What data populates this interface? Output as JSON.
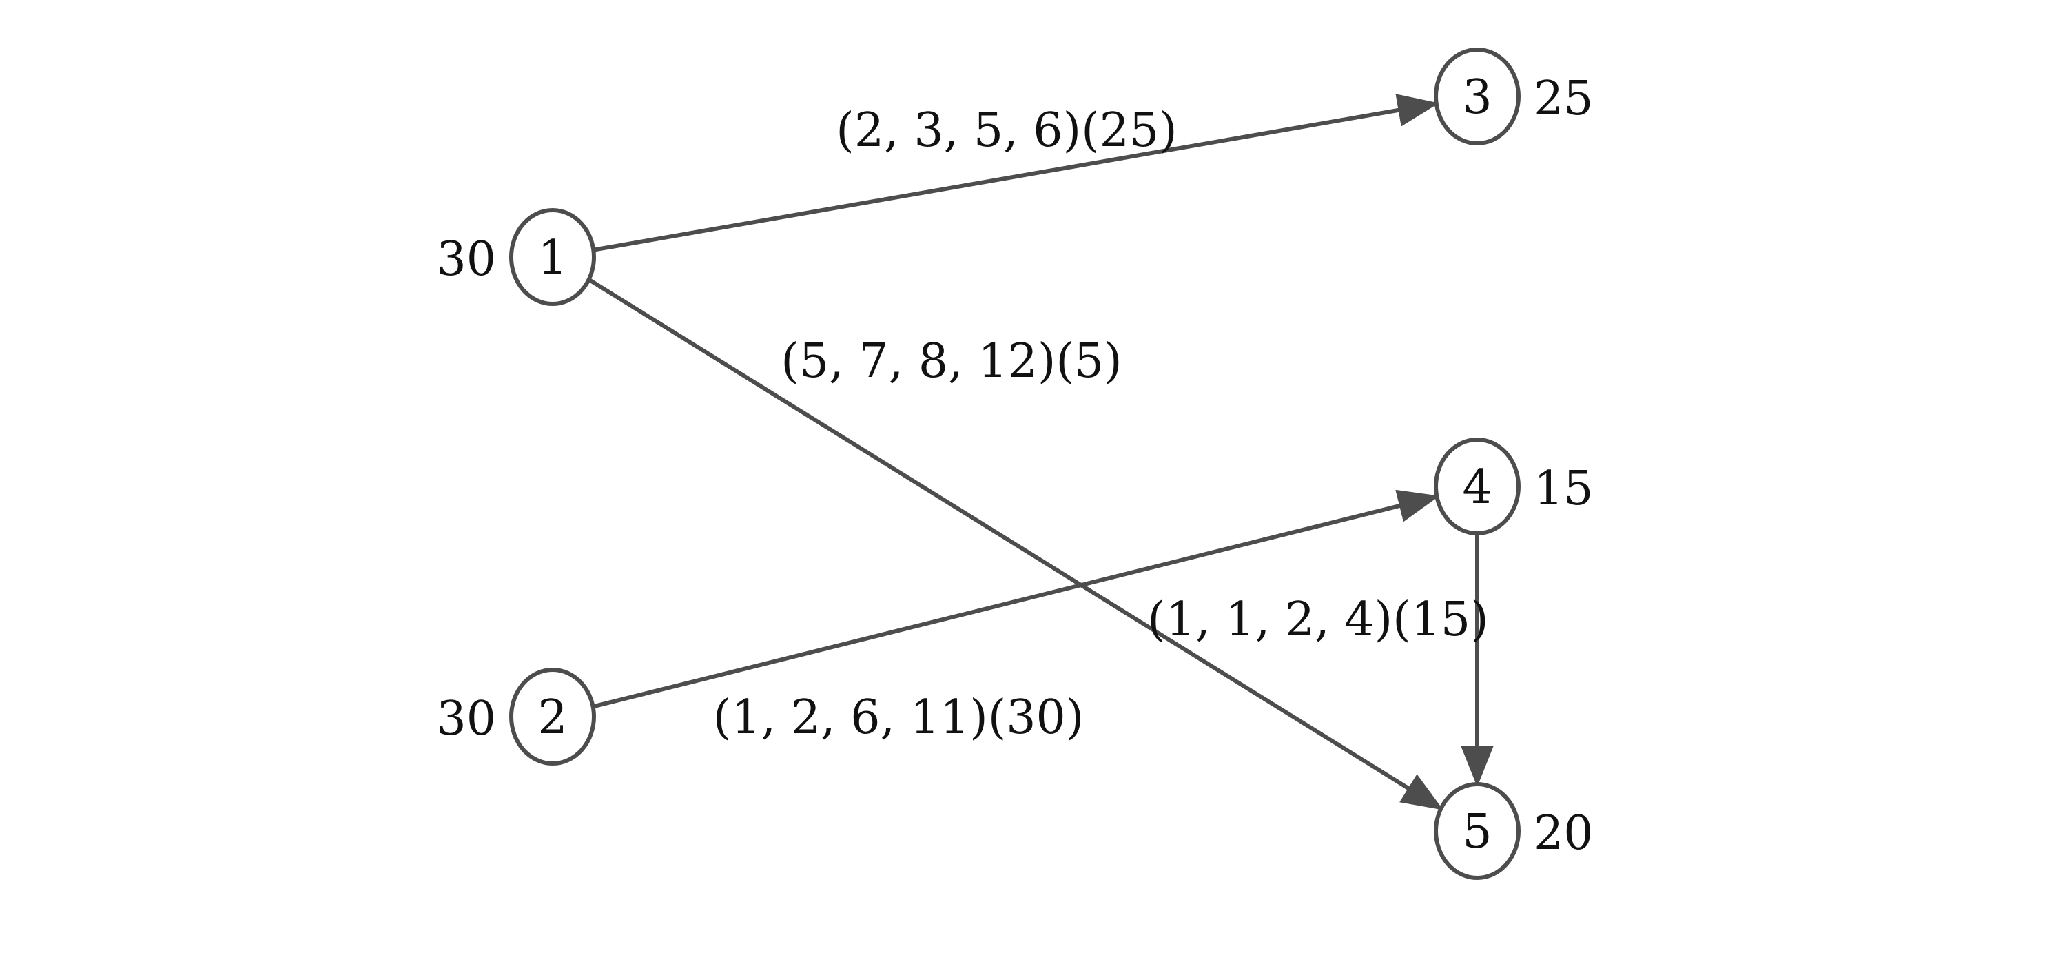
{
  "nodes": [
    {
      "id": "1",
      "label": "1",
      "value": "30"
    },
    {
      "id": "2",
      "label": "2",
      "value": "30"
    },
    {
      "id": "3",
      "label": "3",
      "value": "25"
    },
    {
      "id": "4",
      "label": "4",
      "value": "15"
    },
    {
      "id": "5",
      "label": "5",
      "value": "20"
    }
  ],
  "edges": [
    {
      "from": "1",
      "to": "3",
      "label": "(2, 3, 5, 6)(25)"
    },
    {
      "from": "1",
      "to": "5",
      "label": "(5, 7, 8, 12)(5)"
    },
    {
      "from": "2",
      "to": "4",
      "label": "(1, 2, 6, 11)(30)"
    },
    {
      "from": "4",
      "to": "5",
      "label": "(1, 1, 2, 4)(15)"
    }
  ],
  "colors": {
    "stroke": "#4d4d4d",
    "text": "#111111"
  }
}
